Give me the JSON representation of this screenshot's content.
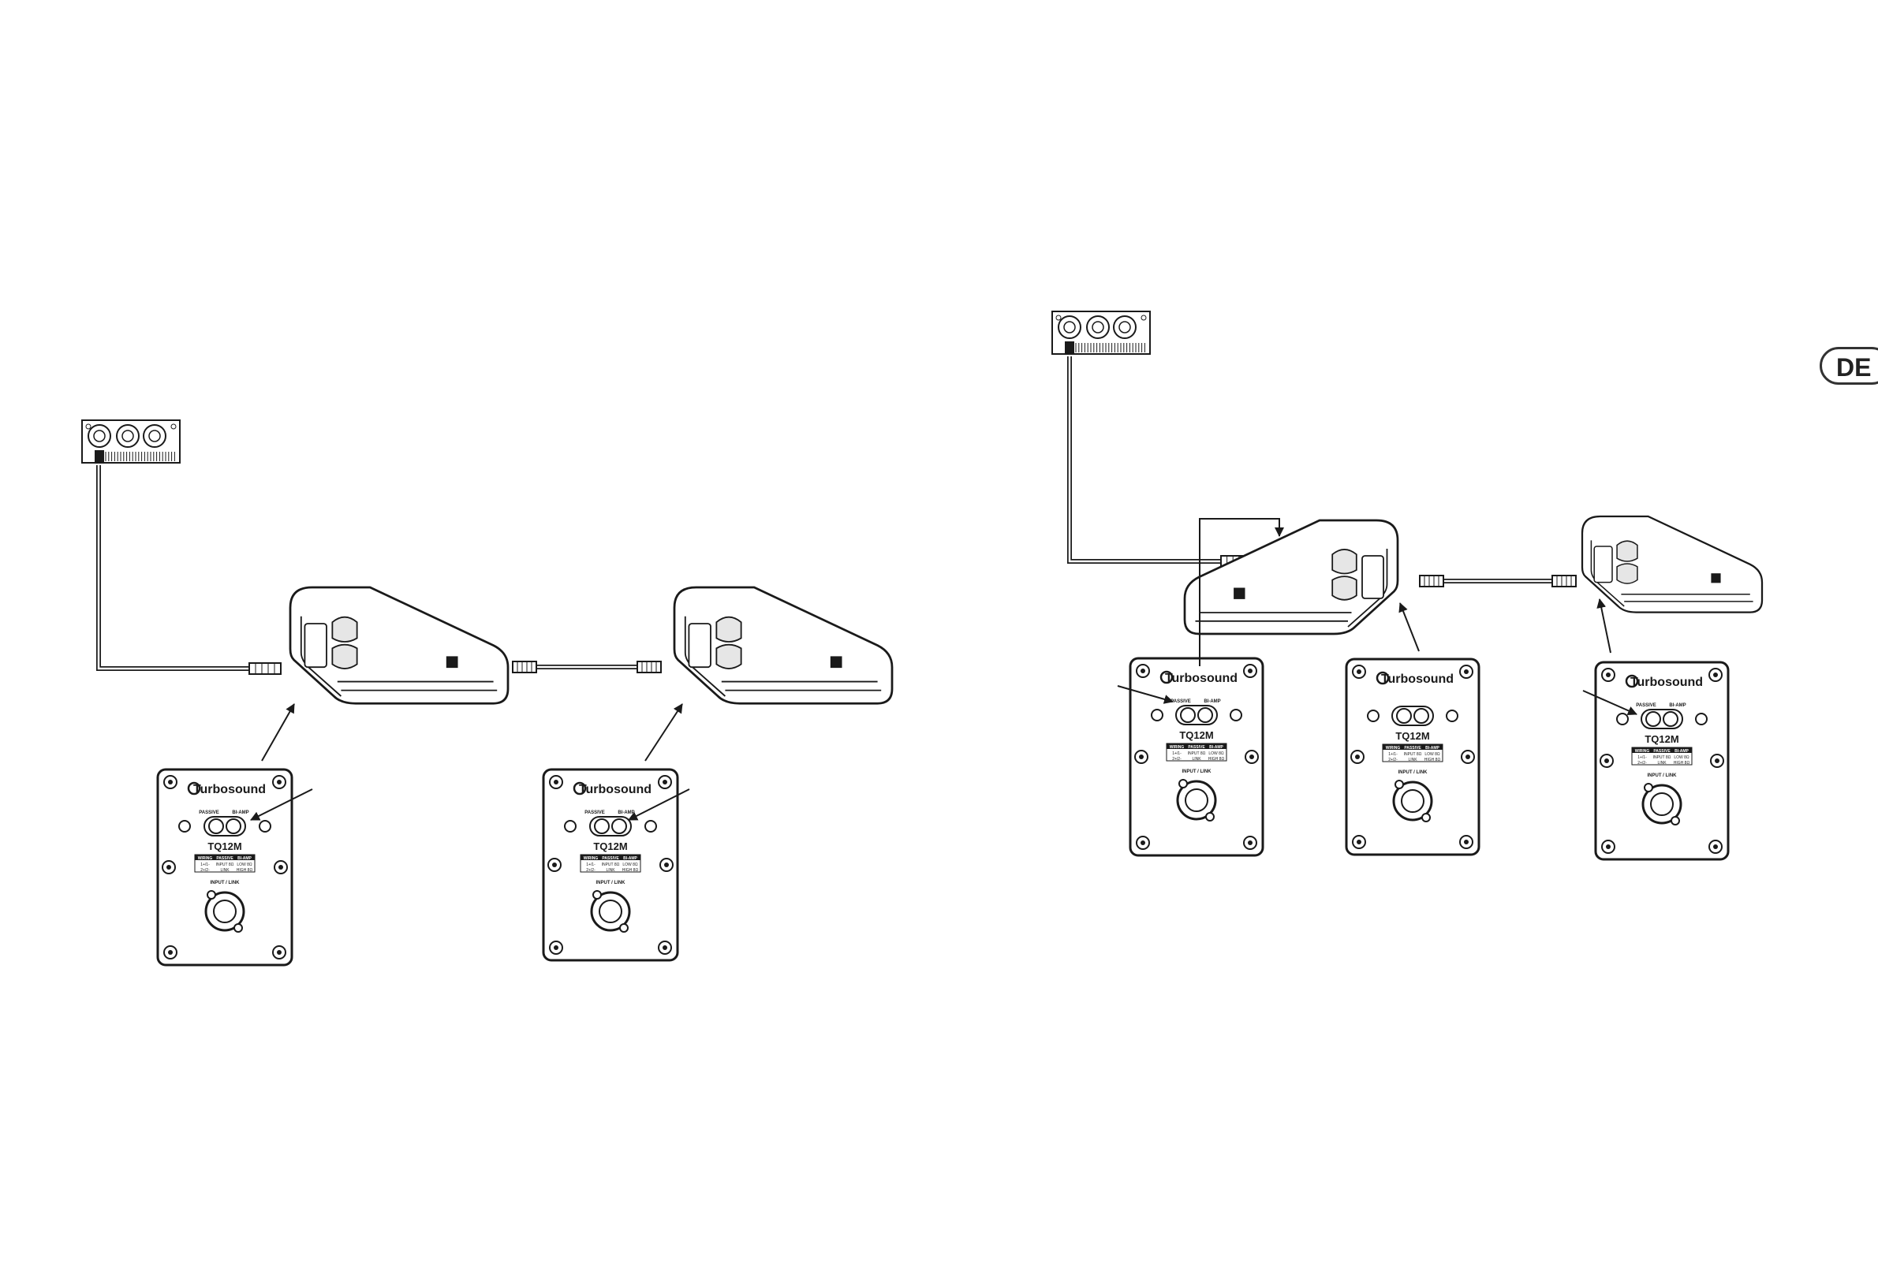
{
  "lang_badge": "DE",
  "panel": {
    "brand": "Turbosound",
    "model": "TQ12M",
    "switch_left": "PASSIVE",
    "switch_right": "BI-AMP",
    "connector_label": "INPUT / LINK",
    "table_headers": [
      "WIRING",
      "PASSIVE",
      "BI-AMP"
    ],
    "table_row1": [
      "1+/1-",
      "INPUT 8Ω",
      "LOW 8Ω"
    ],
    "table_row2": [
      "2+/2-",
      "LINK",
      "HIGH 8Ω"
    ]
  },
  "colors": {
    "line": "#1a1a1a",
    "fill": "#ffffff",
    "shade": "#e6e6e6"
  }
}
